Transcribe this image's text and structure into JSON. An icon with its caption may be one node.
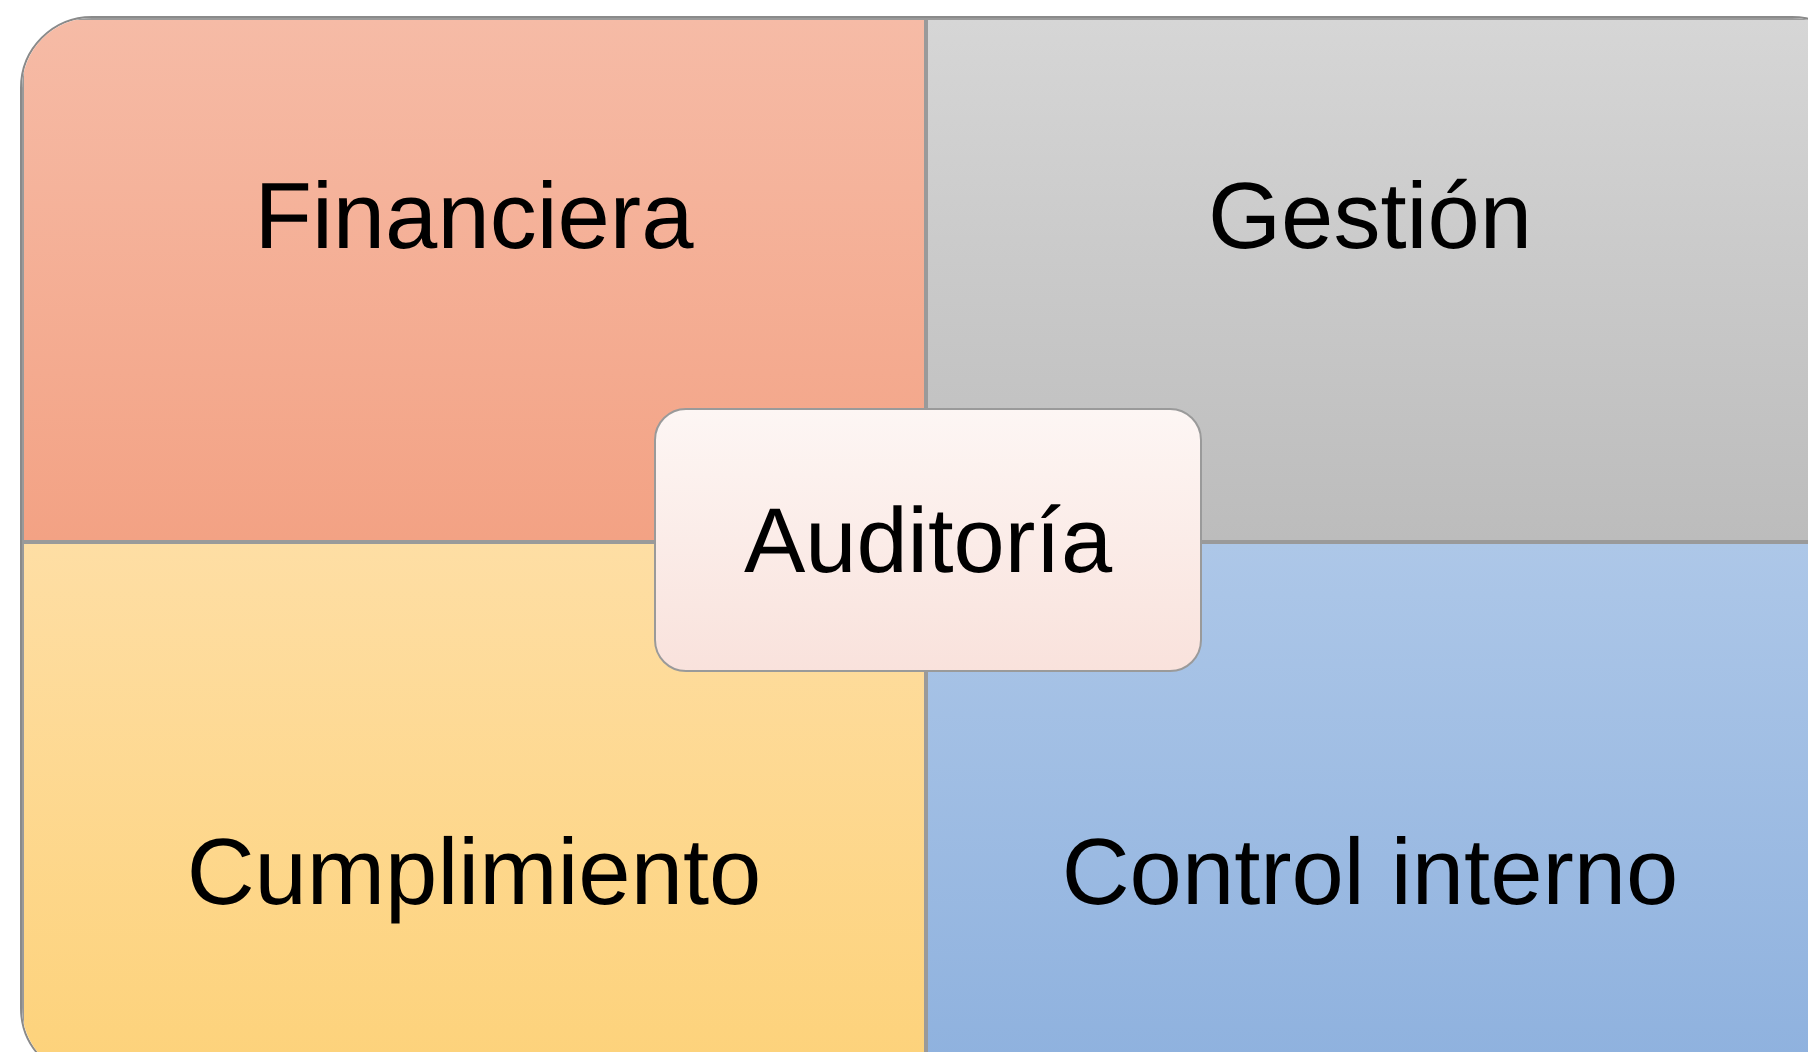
{
  "diagram": {
    "nodes": [
      {
        "text": [
          "Financiera"
        ]
      },
      {
        "text": [
          "Gestión"
        ]
      },
      {
        "text": [
          "Auditoría"
        ]
      },
      {
        "text": [
          "Cumplimiento"
        ]
      },
      {
        "text": [
          "Control interno"
        ]
      }
    ]
  }
}
